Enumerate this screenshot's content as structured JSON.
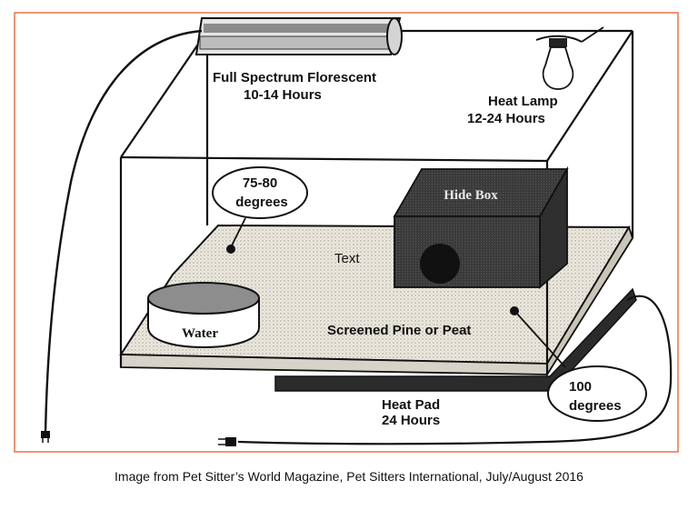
{
  "diagram": {
    "labels": {
      "light": [
        "Full Spectrum Florescent",
        "10-14 Hours"
      ],
      "lamp": [
        "Heat Lamp",
        "12-24 Hours"
      ],
      "temp_left": [
        "75-80",
        "degrees"
      ],
      "hide_box": "Hide Box",
      "floating_text": "Text",
      "water": "Water",
      "substrate": "Screened Pine or Peat",
      "temp_right": [
        "100",
        "degrees"
      ],
      "heat_pad": [
        "Heat Pad",
        "24 Hours"
      ]
    },
    "colors": {
      "frame_border": "#e8693c",
      "line": "#111111",
      "hide_box": "#3a3a3a",
      "substrate": "#e9e6dc",
      "heat_pad": "#2b2b2b"
    }
  },
  "caption": "Image from Pet Sitter’s World Magazine, Pet Sitters International, July/August 2016"
}
